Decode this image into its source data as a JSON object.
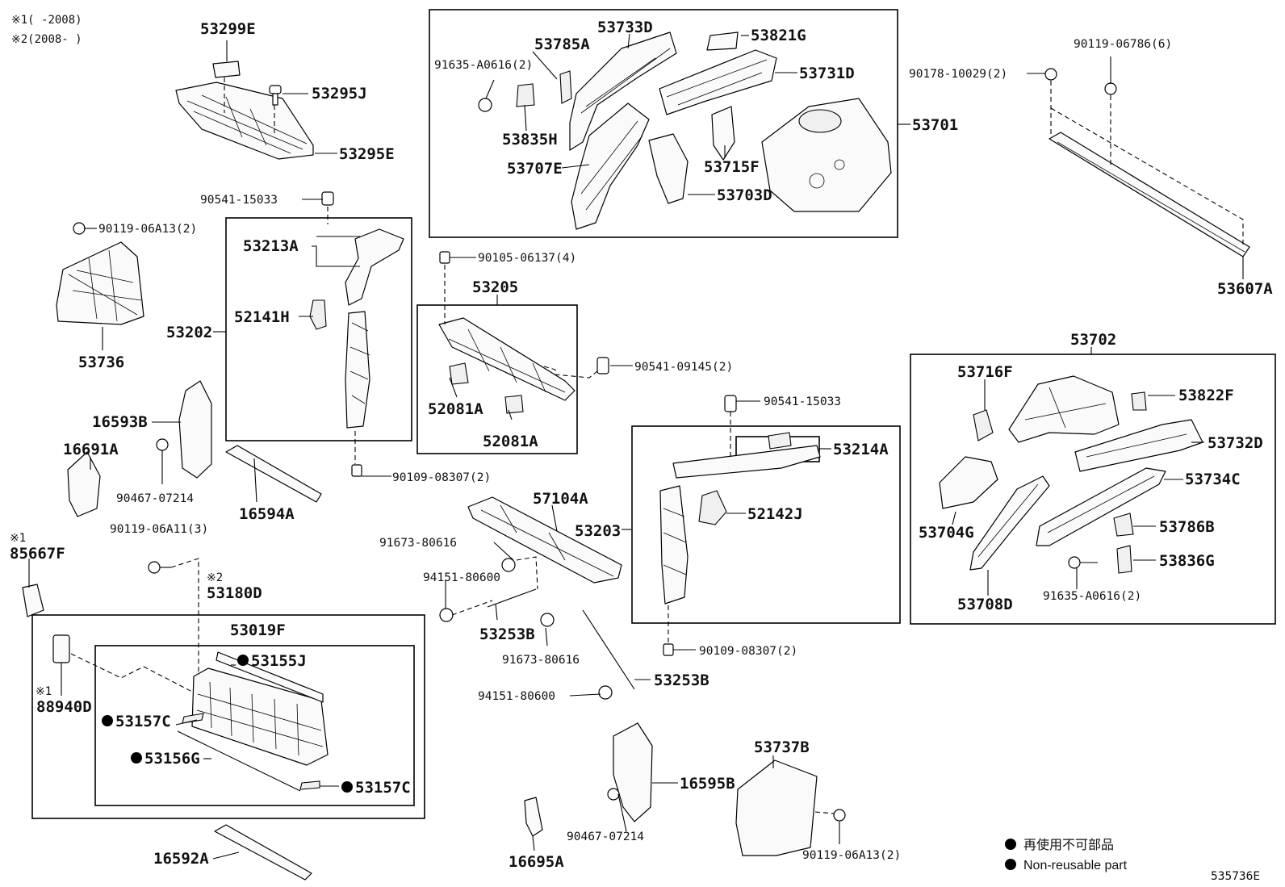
{
  "notes": {
    "note1": "※1(    -2008)",
    "note2": "※2(2008-    )"
  },
  "legend": {
    "jp": "再使用不可部品",
    "en": "Non-reusable part"
  },
  "diagram_id": "535736E",
  "parts": {
    "p53299E": "53299E",
    "p53295J": "53295J",
    "p53295E": "53295E",
    "p90119_06A13_top": "90119-06A13(2)",
    "p53736": "53736",
    "p90541_15033_a": "90541-15033",
    "p53213A": "53213A",
    "p52141H": "52141H",
    "p53202": "53202",
    "p90109_08307_a": "90109-08307(2)",
    "p16593B": "16593B",
    "p16691A": "16691A",
    "p90467_07214_a": "90467-07214",
    "p16594A": "16594A",
    "p90119_06A11": "90119-06A11(3)",
    "p85667F": "85667F",
    "p53180D": "53180D",
    "p53019F": "53019F",
    "p53155J": "53155J",
    "p88940D": "88940D",
    "p53157C_a": "53157C",
    "p53156G": "53156G",
    "p53157C_b": "53157C",
    "p16592A": "16592A",
    "p53733D": "53733D",
    "p53785A": "53785A",
    "p91635_A0616_a": "91635-A0616(2)",
    "p53821G": "53821G",
    "p53731D": "53731D",
    "p53701": "53701",
    "p53835H": "53835H",
    "p53707E": "53707E",
    "p53715F": "53715F",
    "p53703D": "53703D",
    "p90105_06137": "90105-06137(4)",
    "p53205": "53205",
    "p52081A_a": "52081A",
    "p52081A_b": "52081A",
    "p90541_09145": "90541-09145(2)",
    "p57104A": "57104A",
    "p91673_80616_a": "91673-80616",
    "p94151_80600_a": "94151-80600",
    "p53253B_a": "53253B",
    "p91673_80616_b": "91673-80616",
    "p94151_80600_b": "94151-80600",
    "p53253B_b": "53253B",
    "p90541_15033_b": "90541-15033",
    "p53214A": "53214A",
    "p53203": "53203",
    "p52142J": "52142J",
    "p90109_08307_b": "90109-08307(2)",
    "p16595B": "16595B",
    "p90467_07214_b": "90467-07214",
    "p16695A": "16695A",
    "p53737B": "53737B",
    "p90119_06A13_bot": "90119-06A13(2)",
    "p90178_10029": "90178-10029(2)",
    "p90119_06786": "90119-06786(6)",
    "p53607A": "53607A",
    "p53702": "53702",
    "p53716F": "53716F",
    "p53822F": "53822F",
    "p53732D": "53732D",
    "p53734C": "53734C",
    "p53704G": "53704G",
    "p53786B": "53786B",
    "p53836G": "53836G",
    "p53708D": "53708D",
    "p91635_A0616_b": "91635-A0616(2)"
  },
  "marks": {
    "note1_mark": "※1",
    "note2_mark": "※2"
  }
}
